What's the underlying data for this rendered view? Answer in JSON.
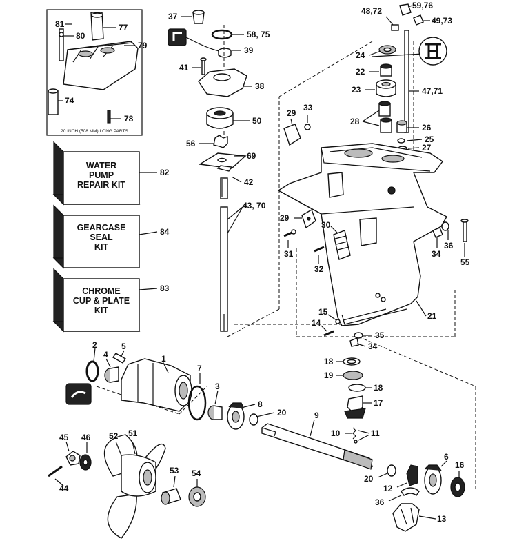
{
  "inset_note": "20 INCH (508 MM) LONG PARTS",
  "kits": [
    {
      "lines": [
        "WATER",
        "PUMP",
        "REPAIR KIT"
      ],
      "number": "82"
    },
    {
      "lines": [
        "GEARCASE",
        "SEAL",
        "KIT"
      ],
      "number": "84"
    },
    {
      "lines": [
        "CHROME",
        "CUP & PLATE",
        "KIT"
      ],
      "number": "83"
    }
  ],
  "callouts": [
    "81",
    "77",
    "80",
    "79",
    "74",
    "78",
    "37",
    "58, 75",
    "39",
    "41",
    "38",
    "50",
    "56",
    "69",
    "42",
    "43, 70",
    "48,72",
    "59,76",
    "49,73",
    "24",
    "22",
    "23",
    "47,71",
    "28",
    "26",
    "25",
    "27",
    "29",
    "33",
    "29",
    "30",
    "31",
    "32",
    "34",
    "36",
    "55",
    "21",
    "15",
    "14",
    "35",
    "34",
    "2",
    "5",
    "4",
    "1",
    "7",
    "3",
    "8",
    "20",
    "9",
    "10",
    "11",
    "18",
    "19",
    "18",
    "17",
    "45",
    "46",
    "52",
    "51",
    "44",
    "53",
    "54",
    "6",
    "16",
    "20",
    "12",
    "36",
    "13"
  ]
}
